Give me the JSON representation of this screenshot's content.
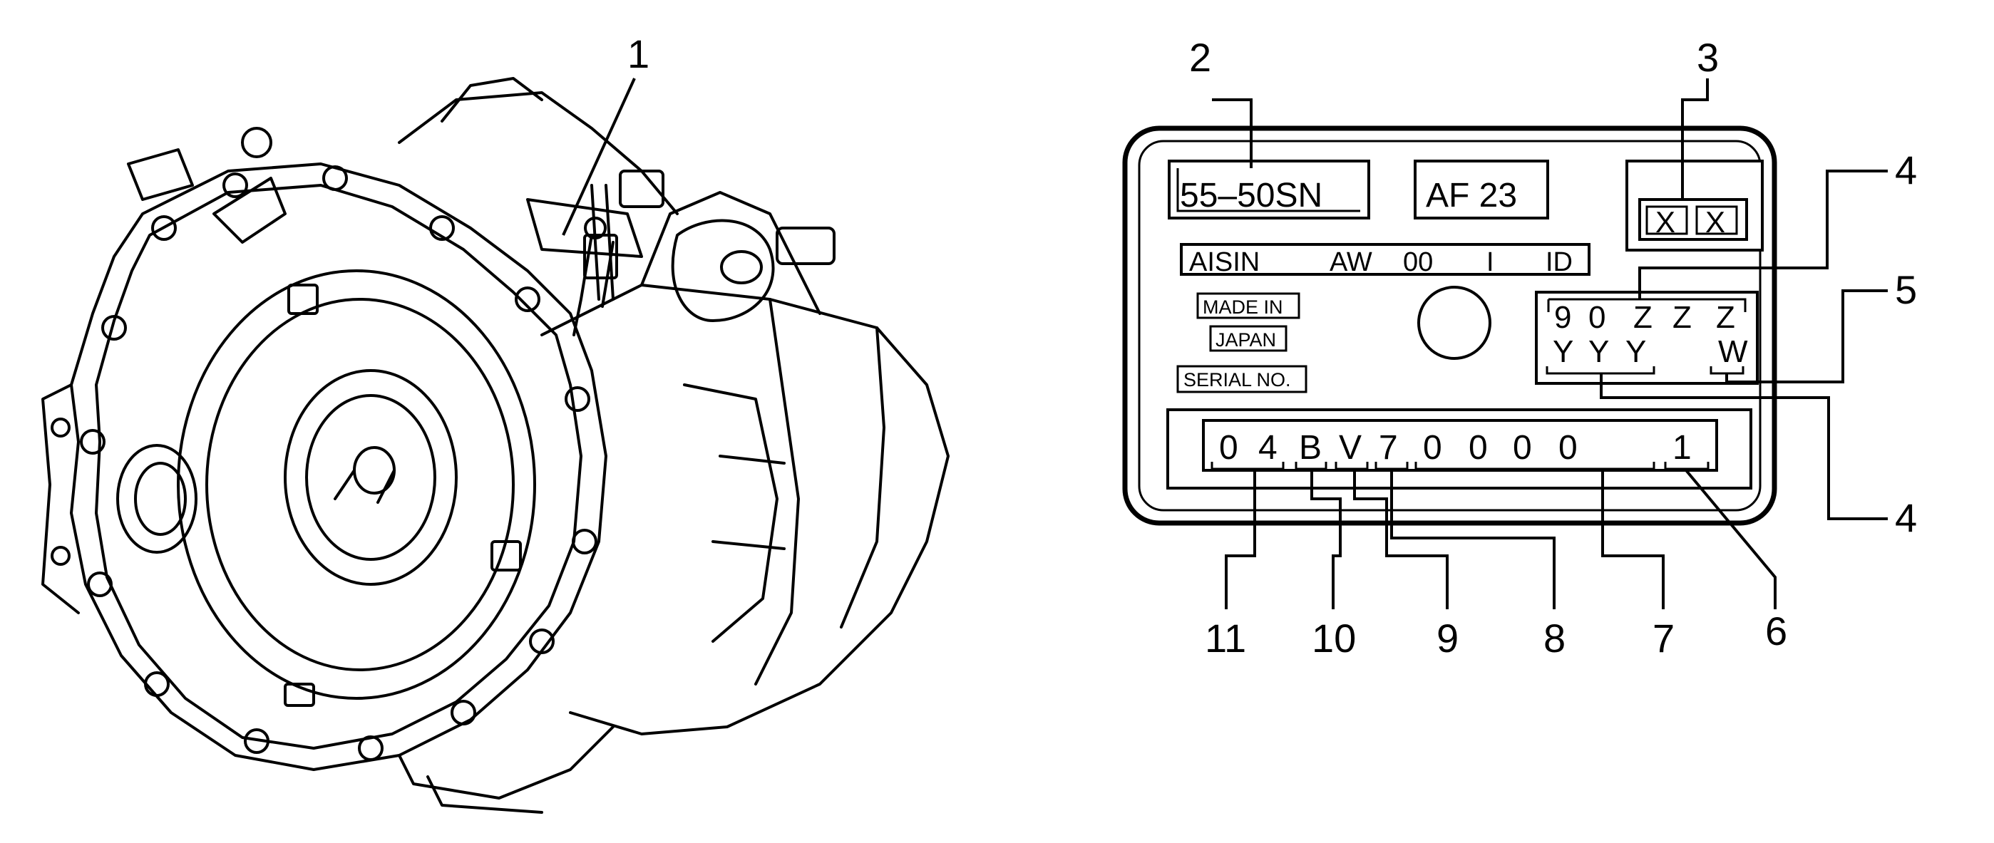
{
  "callouts": {
    "c1": "1",
    "c2": "2",
    "c3": "3",
    "c4a": "4",
    "c4b": "4",
    "c5": "5",
    "c6": "6",
    "c7": "7",
    "c8": "8",
    "c9": "9",
    "c10": "10",
    "c11": "11"
  },
  "plate": {
    "model_code": "55–50SN",
    "model_name": "AF 23",
    "box_x1": "X",
    "box_x2": "X",
    "maker_row": {
      "aisin": "AISIN",
      "aw": "AW",
      "double_zero": "00",
      "i": "I",
      "id": "ID"
    },
    "made_in": "MADE IN",
    "japan": "JAPAN",
    "serial_no": "SERIAL NO.",
    "code_top": [
      "9",
      "0",
      "Z",
      "Z",
      "Z"
    ],
    "code_bottom": [
      "Y",
      "Y",
      "Y",
      "W"
    ],
    "serial": [
      "0",
      "4",
      "B",
      "V",
      "7",
      "0",
      "0",
      "0",
      "0",
      "1"
    ]
  },
  "colors": {
    "ink": "#000000",
    "paper": "#ffffff"
  }
}
